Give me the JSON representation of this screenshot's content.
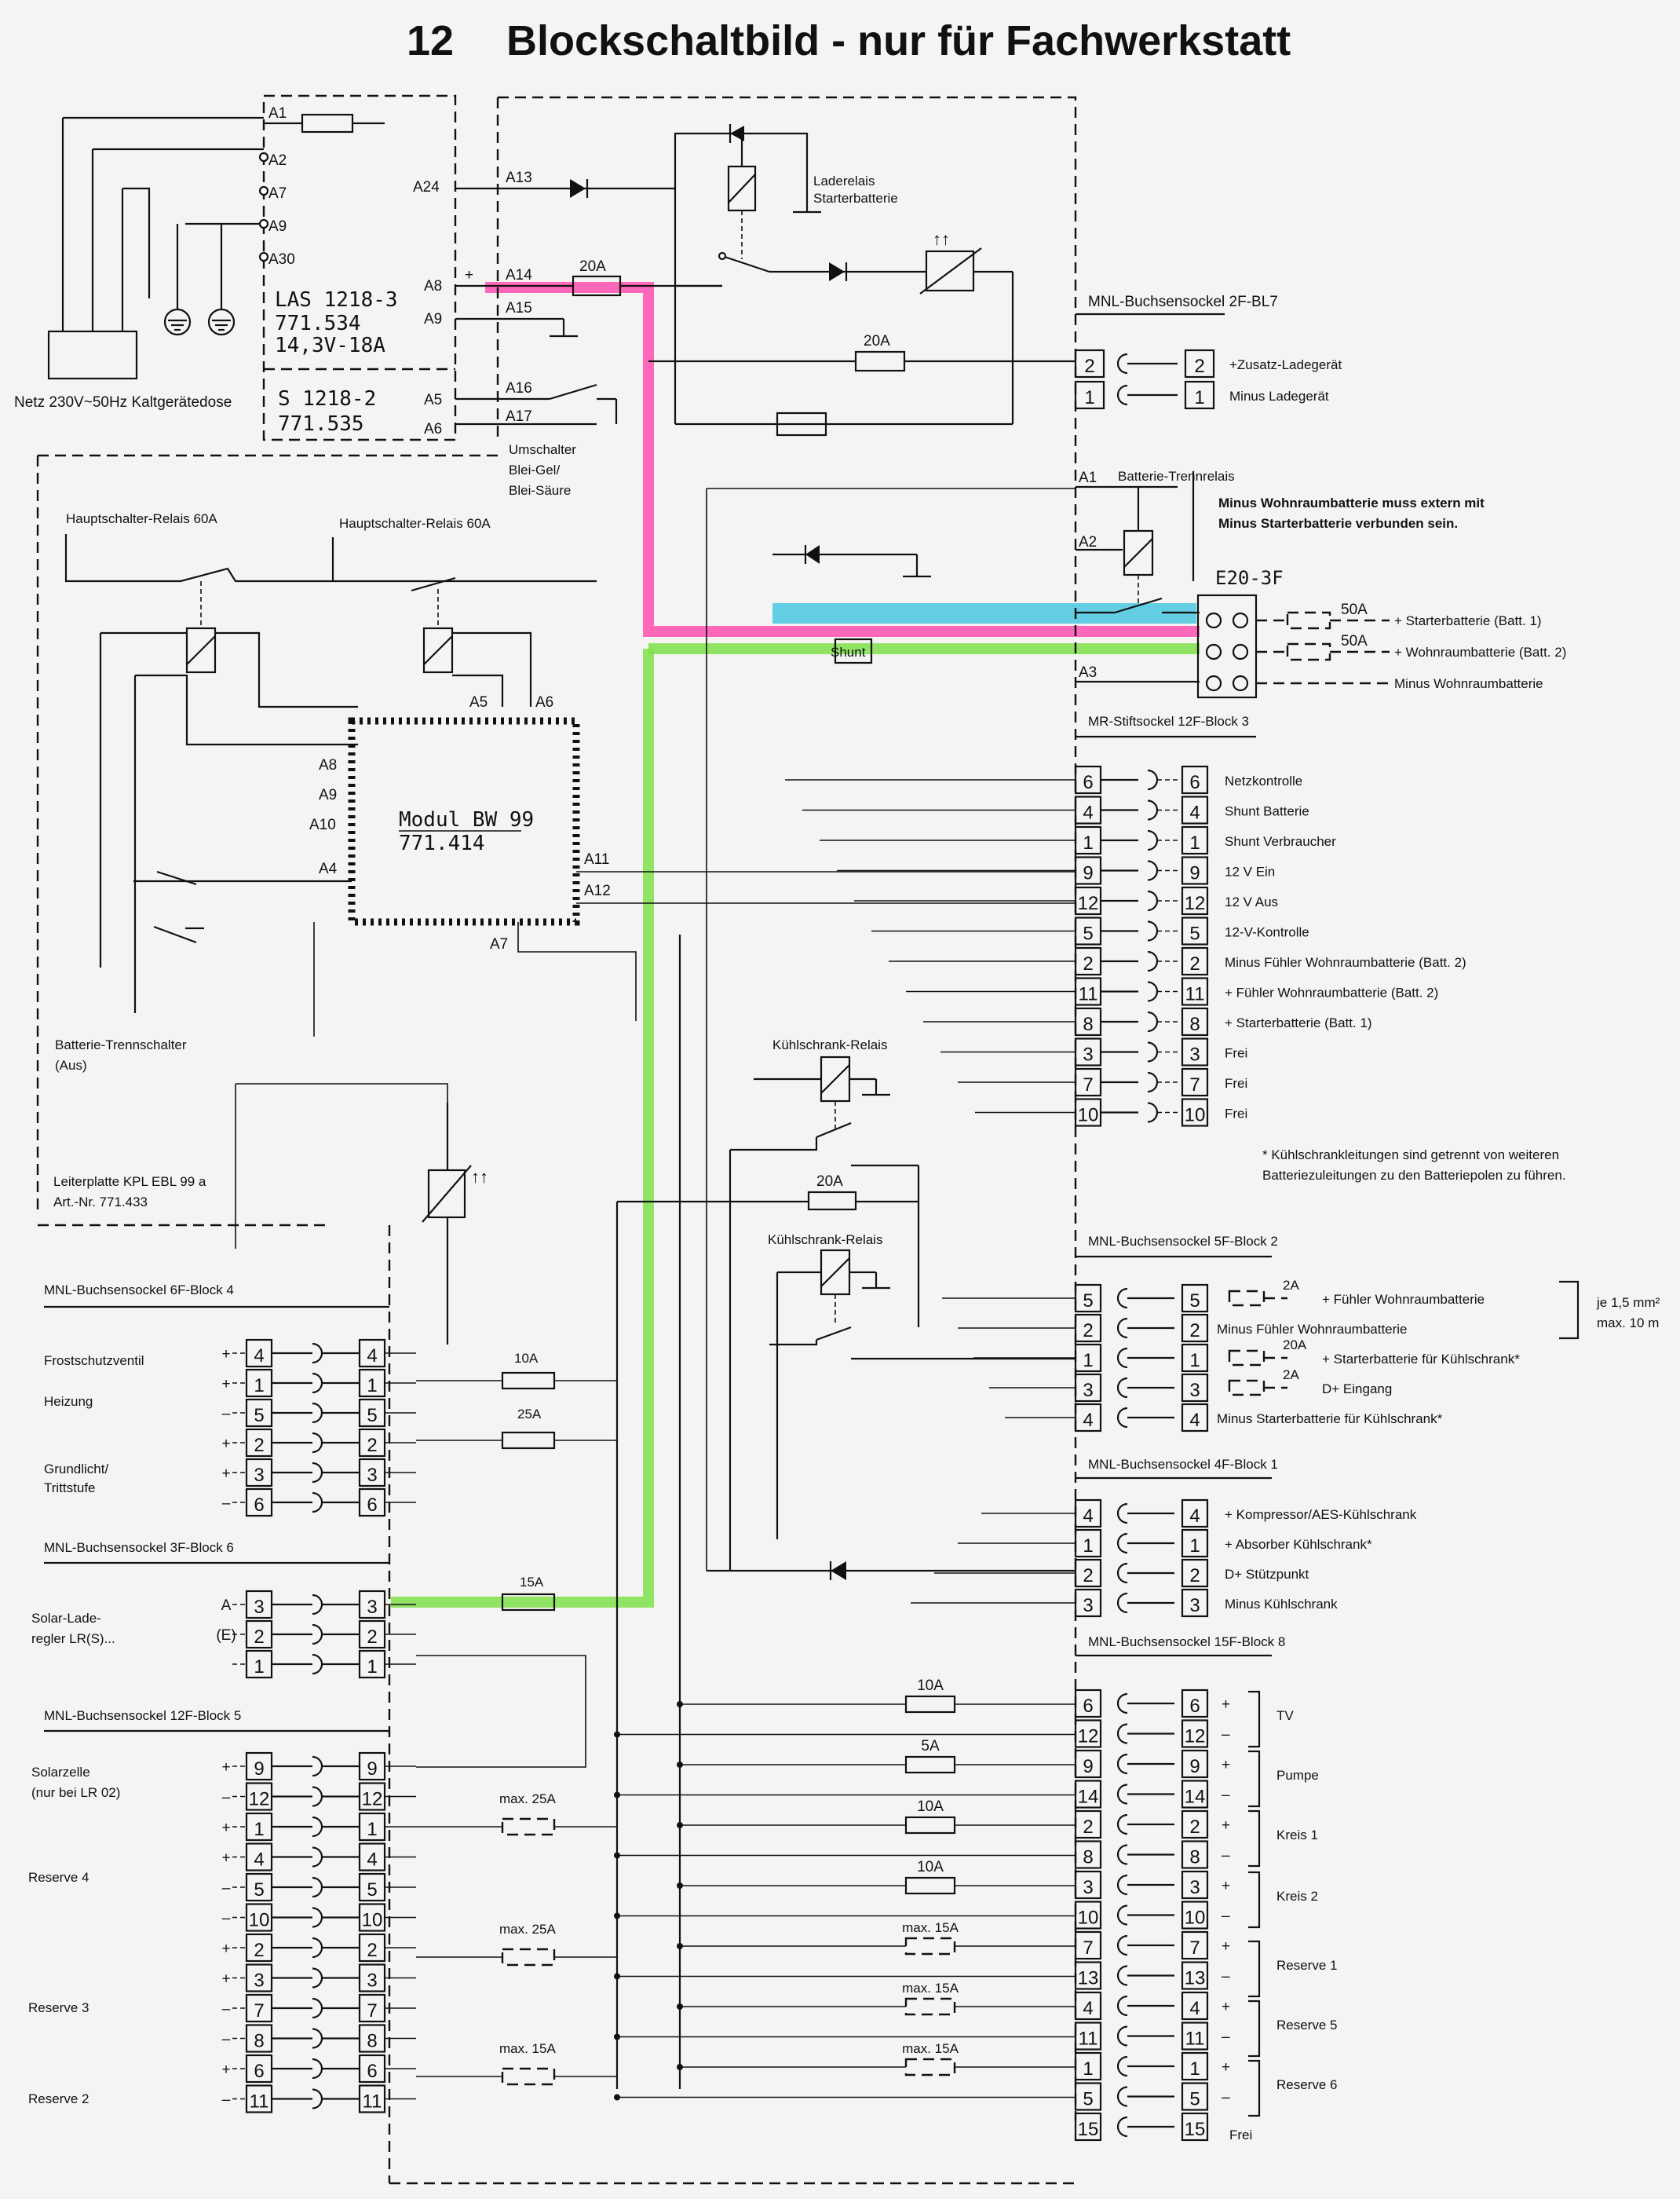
{
  "title": {
    "number": "12",
    "text": "Blockschaltbild - nur für Fachwerkstatt"
  },
  "mains": {
    "label": "Netz 230V~50Hz Kaltgerätedose"
  },
  "charger": {
    "pins_left": [
      "A1",
      "A2",
      "A7",
      "A9",
      "A30"
    ],
    "pins_right": [
      "A24",
      "A8",
      "A9",
      "A5",
      "A6"
    ],
    "plus": "+",
    "name": "LAS 1218-3",
    "art": "771.534",
    "rating": "14,3V-18A",
    "sub_name": "S 1218-2",
    "sub_art": "771.535"
  },
  "top_block": {
    "pins": [
      "A13",
      "A14",
      "A15",
      "A16",
      "A17"
    ],
    "fuse_a14": "20A",
    "umschalter": [
      "Umschalter",
      "Blei-Gel/",
      "Blei-Säure"
    ],
    "laderelais": [
      "Laderelais",
      "Starterbatterie"
    ],
    "fuse_mid": "20A"
  },
  "bl7": {
    "title": "MNL-Buchsensockel 2F-BL7",
    "rows": [
      {
        "pin": "2",
        "label": "+Zusatz-Ladegerät"
      },
      {
        "pin": "1",
        "label": "Minus Ladegerät"
      }
    ]
  },
  "trenn": {
    "pins": [
      "A1",
      "A2",
      "A3"
    ],
    "label": "Batterie-Trennrelais",
    "note1": "Minus Wohnraumbatterie muss extern mit",
    "note2": "Minus Starterbatterie verbunden sein.",
    "block": "E20-3F",
    "shunt": "Shunt",
    "rows": [
      {
        "fuse": "50A",
        "label": "+ Starterbatterie (Batt. 1)"
      },
      {
        "fuse": "50A",
        "label": "+ Wohnraumbatterie (Batt. 2)"
      },
      {
        "fuse": "",
        "label": "Minus Wohnraumbatterie"
      }
    ]
  },
  "haupt": {
    "left": "Hauptschalter-Relais 60A",
    "right": "Hauptschalter-Relais 60A"
  },
  "modul": {
    "name": "Modul BW 99",
    "art": "771.414",
    "pins": [
      "A5",
      "A6",
      "A8",
      "A9",
      "A10",
      "A4",
      "A11",
      "A12",
      "A7"
    ]
  },
  "mr": {
    "title": "MR-Stiftsockel 12F-Block 3",
    "rows": [
      {
        "pin": "6",
        "label": "Netzkontrolle"
      },
      {
        "pin": "4",
        "label": "Shunt Batterie"
      },
      {
        "pin": "1",
        "label": "Shunt Verbraucher"
      },
      {
        "pin": "9",
        "label": "12 V Ein"
      },
      {
        "pin": "12",
        "label": "12 V Aus"
      },
      {
        "pin": "5",
        "label": "12-V-Kontrolle"
      },
      {
        "pin": "2",
        "label": "Minus Fühler Wohnraumbatterie (Batt. 2)"
      },
      {
        "pin": "11",
        "label": "+ Fühler Wohnraumbatterie (Batt. 2)"
      },
      {
        "pin": "8",
        "label": "+ Starterbatterie (Batt. 1)"
      },
      {
        "pin": "3",
        "label": "Frei"
      },
      {
        "pin": "7",
        "label": "Frei"
      },
      {
        "pin": "10",
        "label": "Frei"
      }
    ]
  },
  "trennschalter": [
    "Batterie-Trennschalter",
    "(Aus)"
  ],
  "kuehl": {
    "relay1": "Kühlschrank-Relais",
    "relay2": "Kühlschrank-Relais",
    "fuse": "20A",
    "note1": "* Kühlschrankleitungen sind getrennt von weiteren",
    "note2": "Batteriezuleitungen zu den Batteriepolen zu führen."
  },
  "pcb": [
    "Leiterplatte KPL EBL 99 a",
    "Art.-Nr. 771.433"
  ],
  "block2": {
    "title": "MNL-Buchsensockel 5F-Block 2",
    "rows": [
      {
        "pin": "5",
        "fuse": "2A",
        "label": "+ Fühler Wohnraumbatterie"
      },
      {
        "pin": "2",
        "fuse": "",
        "label": "Minus Fühler Wohnraumbatterie"
      },
      {
        "pin": "1",
        "fuse": "20A",
        "label": "+ Starterbatterie für Kühlschrank*"
      },
      {
        "pin": "3",
        "fuse": "2A",
        "label": "D+ Eingang"
      },
      {
        "pin": "4",
        "fuse": "",
        "label": "Minus Starterbatterie für Kühlschrank*"
      }
    ],
    "spec1": "je 1,5 mm²",
    "spec2": "max. 10 m"
  },
  "block1": {
    "title": "MNL-Buchsensockel 4F-Block 1",
    "rows": [
      {
        "pin": "4",
        "label": "+ Kompressor/AES-Kühlschrank"
      },
      {
        "pin": "1",
        "label": "+ Absorber Kühlschrank*"
      },
      {
        "pin": "2",
        "label": "D+ Stützpunkt"
      },
      {
        "pin": "3",
        "label": "Minus Kühlschrank"
      }
    ]
  },
  "block8": {
    "title": "MNL-Buchsensockel 15F-Block 8",
    "rows": [
      {
        "pin": "6",
        "sign": "+",
        "fuse": "10A"
      },
      {
        "pin": "12",
        "sign": "–",
        "fuse": ""
      },
      {
        "pin": "9",
        "sign": "+",
        "fuse": "5A"
      },
      {
        "pin": "14",
        "sign": "–",
        "fuse": ""
      },
      {
        "pin": "2",
        "sign": "+",
        "fuse": "10A"
      },
      {
        "pin": "8",
        "sign": "–",
        "fuse": ""
      },
      {
        "pin": "3",
        "sign": "+",
        "fuse": "10A"
      },
      {
        "pin": "10",
        "sign": "–",
        "fuse": ""
      },
      {
        "pin": "7",
        "sign": "+",
        "fuse": "max. 15A"
      },
      {
        "pin": "13",
        "sign": "–",
        "fuse": ""
      },
      {
        "pin": "4",
        "sign": "+",
        "fuse": "max. 15A"
      },
      {
        "pin": "11",
        "sign": "–",
        "fuse": ""
      },
      {
        "pin": "1",
        "sign": "+",
        "fuse": "max. 15A"
      },
      {
        "pin": "5",
        "sign": "–",
        "fuse": ""
      },
      {
        "pin": "15",
        "sign": "",
        "fuse": ""
      }
    ],
    "groups": [
      "TV",
      "Pumpe",
      "Kreis 1",
      "Kreis 2",
      "Reserve 1",
      "Reserve 5",
      "Reserve 6",
      "Frei"
    ]
  },
  "block4": {
    "title": "MNL-Buchsensockel 6F-Block 4",
    "rows": [
      {
        "pin": "4",
        "sign": "+"
      },
      {
        "pin": "1",
        "sign": "+"
      },
      {
        "pin": "5",
        "sign": "–"
      },
      {
        "pin": "2",
        "sign": "+"
      },
      {
        "pin": "3",
        "sign": "+"
      },
      {
        "pin": "6",
        "sign": "–"
      }
    ],
    "labels": [
      "Frostschutzventil",
      "Heizung",
      "Grundlicht/",
      "Trittstufe"
    ],
    "fuses": [
      "10A",
      "25A"
    ]
  },
  "block6": {
    "title": "MNL-Buchsensockel 3F-Block 6",
    "rows": [
      {
        "pin": "3",
        "sign": "A"
      },
      {
        "pin": "2",
        "sign": "(E)"
      },
      {
        "pin": "1",
        "sign": ""
      }
    ],
    "labels": [
      "Solar-Lade-",
      "regler LR(S)..."
    ],
    "fuse": "15A"
  },
  "block5": {
    "title": "MNL-Buchsensockel 12F-Block 5",
    "rows": [
      {
        "pin": "9",
        "sign": "+"
      },
      {
        "pin": "12",
        "sign": "–"
      },
      {
        "pin": "1",
        "sign": "+"
      },
      {
        "pin": "4",
        "sign": "+"
      },
      {
        "pin": "5",
        "sign": "–"
      },
      {
        "pin": "10",
        "sign": "–"
      },
      {
        "pin": "2",
        "sign": "+"
      },
      {
        "pin": "3",
        "sign": "+"
      },
      {
        "pin": "7",
        "sign": "–"
      },
      {
        "pin": "8",
        "sign": "–"
      },
      {
        "pin": "6",
        "sign": "+"
      },
      {
        "pin": "11",
        "sign": "–"
      }
    ],
    "labels": [
      "Solarzelle",
      "(nur bei LR 02)",
      "Reserve 4",
      "Reserve 3",
      "Reserve 2"
    ],
    "fuses": [
      "max. 25A",
      "max. 25A",
      "max. 15A"
    ]
  }
}
